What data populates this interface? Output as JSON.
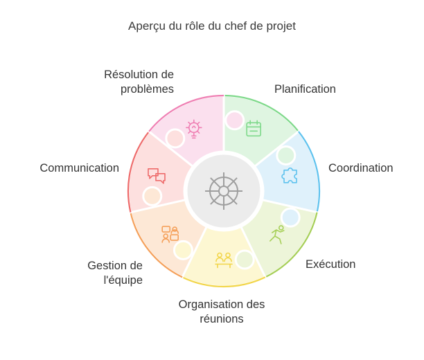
{
  "title": "Aperçu du rôle du chef de projet",
  "center": {
    "icon": "ship-wheel-icon",
    "fill": "#ececec",
    "stroke": "#9e9e9e"
  },
  "segments": [
    {
      "label_lines": [
        "Planification"
      ],
      "icon": "calendar-icon",
      "fill": "#dff5e1",
      "stroke": "#7ed98a"
    },
    {
      "label_lines": [
        "Coordination"
      ],
      "icon": "puzzle-piece-icon",
      "fill": "#dff1fb",
      "stroke": "#5ec2ee"
    },
    {
      "label_lines": [
        "Exécution"
      ],
      "icon": "running-person-icon",
      "fill": "#edf5d9",
      "stroke": "#a6cf57"
    },
    {
      "label_lines": [
        "Organisation des",
        "réunions"
      ],
      "icon": "meeting-people-icon",
      "fill": "#fdf7d2",
      "stroke": "#f2d64b"
    },
    {
      "label_lines": [
        "Gestion de",
        "l'équipe"
      ],
      "icon": "team-chat-icon",
      "fill": "#fde8d6",
      "stroke": "#f5a05a"
    },
    {
      "label_lines": [
        "Communication"
      ],
      "icon": "chat-bubbles-icon",
      "fill": "#fde0df",
      "stroke": "#ee6b6b"
    },
    {
      "label_lines": [
        "Résolution de",
        "problèmes"
      ],
      "icon": "lightbulb-gear-icon",
      "fill": "#fbe0ee",
      "stroke": "#ef7fb3"
    }
  ]
}
